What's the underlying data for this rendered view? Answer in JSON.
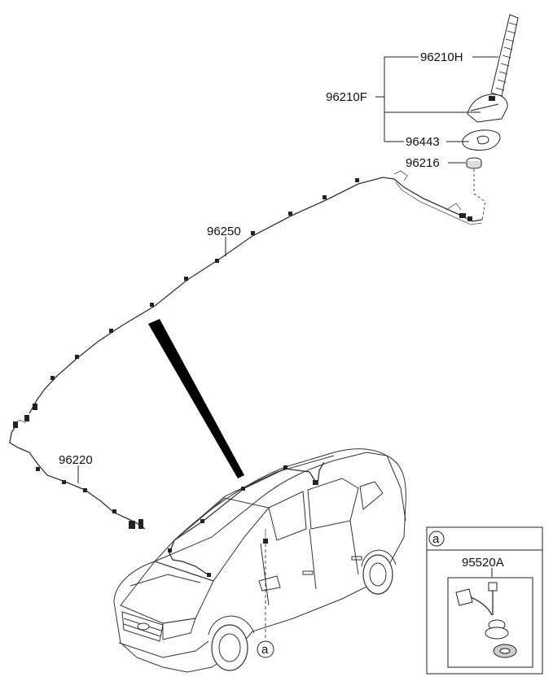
{
  "parts": {
    "antenna_rod": "96210H",
    "antenna_assembly": "96210F",
    "pad": "96443",
    "nut": "96216",
    "roof_feeder_cable": "96250",
    "extension_cable": "96220",
    "detail_part": "95520A"
  },
  "callouts": {
    "detail_ref": "a"
  }
}
